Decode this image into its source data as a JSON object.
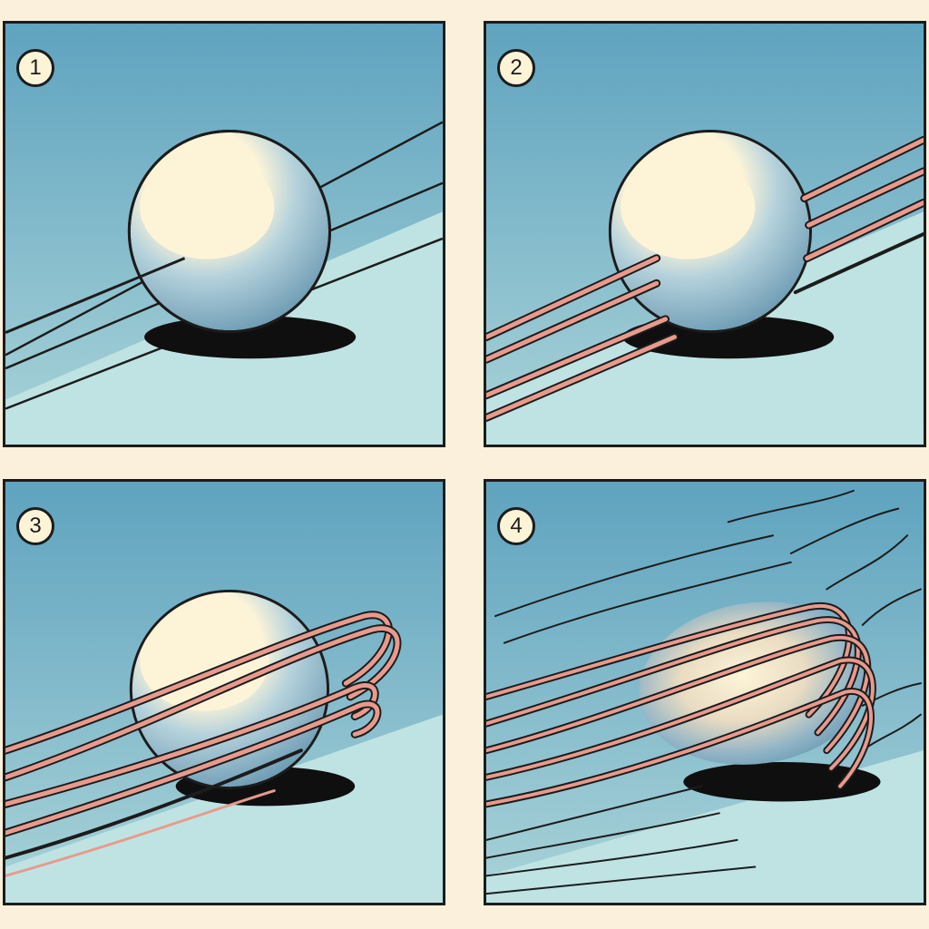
{
  "panels": [
    {
      "id": "panel-1",
      "number": "1",
      "stage": "ball-at-rest",
      "stripe_color": "none"
    },
    {
      "id": "panel-2",
      "number": "2",
      "stage": "stripes-approaching",
      "stripe_color": "#e89a8c"
    },
    {
      "id": "panel-3",
      "number": "3",
      "stage": "stripes-wrapping",
      "stripe_color": "#e89a8c"
    },
    {
      "id": "panel-4",
      "number": "4",
      "stage": "ball-spinning-blur",
      "stripe_color": "#e89a8c"
    }
  ],
  "colors": {
    "page_background": "#fbf0dc",
    "sky_top": "#5fa3bf",
    "sky_bottom": "#a9d3d8",
    "ground": "#bfe3e3",
    "ball_highlight": "#fdf4d8",
    "ball_shade": "#6e9cb4",
    "stripe": "#e89a8c",
    "outline": "#1c1c1c"
  }
}
